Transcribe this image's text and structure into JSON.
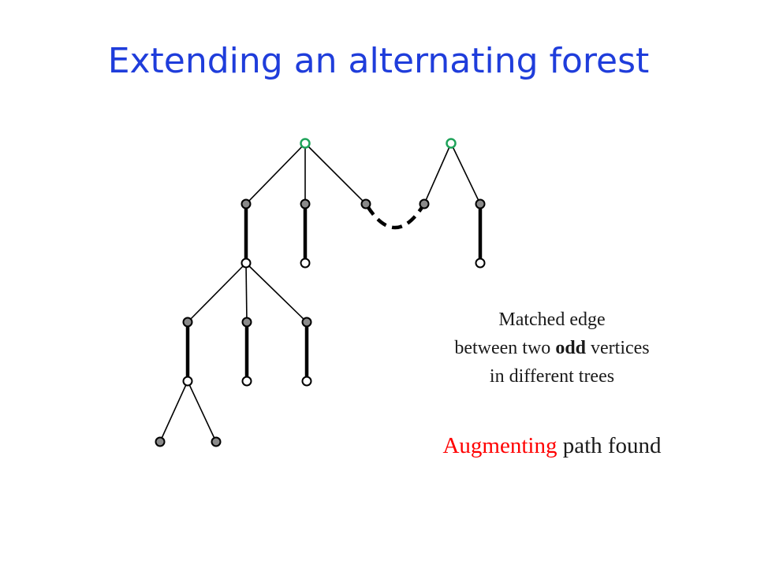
{
  "slide": {
    "title": "Extending an alternating forest"
  },
  "legend": {
    "line1": "Matched edge",
    "line2_before": "between two ",
    "line2_bold": "odd",
    "line2_after": " vertices",
    "line3": "in different trees"
  },
  "result": {
    "highlight": "Augmenting",
    "rest": " path found"
  },
  "colors": {
    "title": "#1f3ddb",
    "root_vertex": "#1fa35a",
    "odd_vertex_fill": "#8a8a8a",
    "highlight": "#ff0000"
  }
}
